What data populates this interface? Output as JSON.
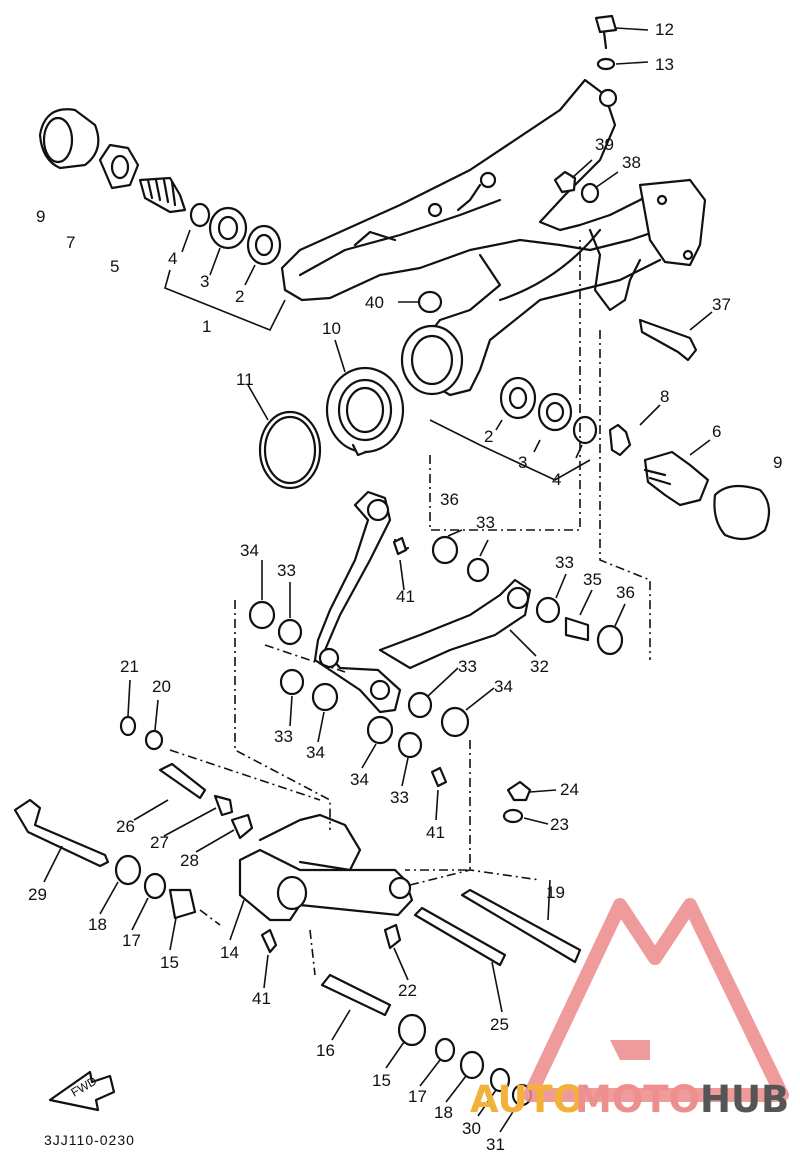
{
  "diagram": {
    "code": "3JJ110-0230",
    "fwd_label": "FWD",
    "callouts": [
      "1",
      "2",
      "3",
      "4",
      "5",
      "6",
      "7",
      "8",
      "9",
      "10",
      "11",
      "12",
      "13",
      "14",
      "15",
      "16",
      "17",
      "18",
      "19",
      "20",
      "21",
      "22",
      "23",
      "24",
      "25",
      "26",
      "27",
      "28",
      "29",
      "30",
      "31",
      "32",
      "33",
      "34",
      "35",
      "36",
      "37",
      "38",
      "39",
      "40",
      "41"
    ]
  },
  "watermark": {
    "part1": "AUTO",
    "part2": "MOTO",
    "part3": "HUB",
    "colors": {
      "auto": "#f2b23a",
      "moto": "#ee8f8f",
      "hub": "#555555",
      "triangle": "#ec8a8a"
    }
  }
}
